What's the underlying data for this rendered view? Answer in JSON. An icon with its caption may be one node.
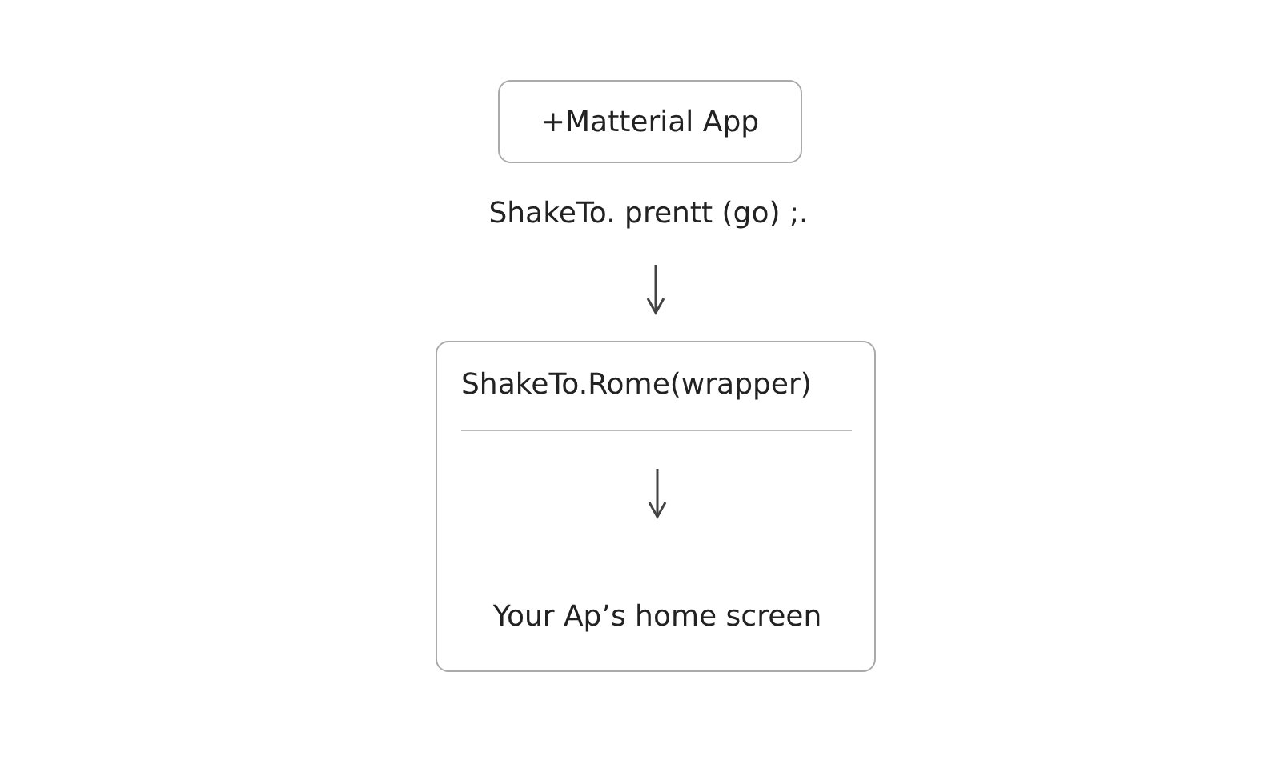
{
  "diagram": {
    "nodes": [
      {
        "text": [
          "+Matterial App"
        ]
      },
      {
        "text": [
          "ShakeTo. prentt (go) ;."
        ]
      },
      {
        "text": [],
        "shape": "box"
      },
      {
        "text": [
          "ShakeTo.Rome(wrapper)"
        ],
        "in": 2
      },
      {
        "text": [
          "Your Ap’s home screen"
        ],
        "in": 2
      }
    ],
    "edges": [
      {
        "from": 1,
        "to": 2,
        "arrow": "to"
      },
      {
        "from": 3,
        "to": 4,
        "arrow": "to"
      }
    ]
  }
}
